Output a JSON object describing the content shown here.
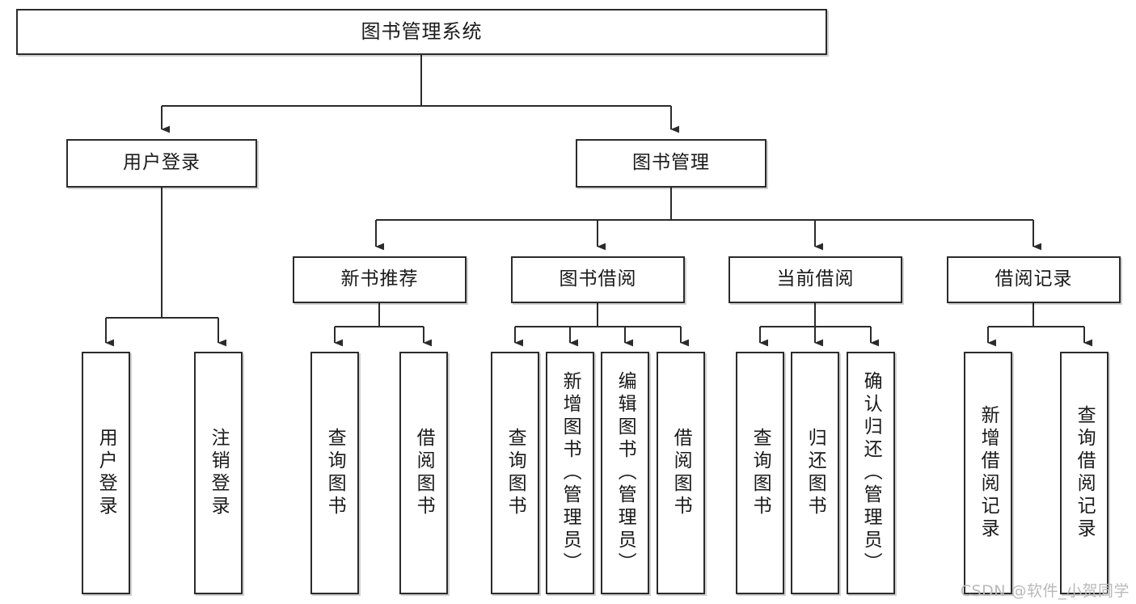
{
  "diagram": {
    "type": "tree",
    "title": "图书管理系统",
    "watermark": "CSDN @软件_小贺同学",
    "colors": {
      "stroke": "#2b2b2b",
      "fill": "#ffffff",
      "text": "#1a1a1a",
      "watermark": "#b9b9b9"
    },
    "nodes": {
      "root": {
        "label": "图书管理系统",
        "level": 1
      },
      "level2": [
        {
          "id": "user-login",
          "label": "用户登录"
        },
        {
          "id": "book-manage",
          "label": "图书管理"
        }
      ],
      "level3": [
        {
          "id": "new-book-rec",
          "label": "新书推荐",
          "parent": "book-manage"
        },
        {
          "id": "book-borrow",
          "label": "图书借阅",
          "parent": "book-manage"
        },
        {
          "id": "current-borrow",
          "label": "当前借阅",
          "parent": "book-manage"
        },
        {
          "id": "borrow-record",
          "label": "借阅记录",
          "parent": "book-manage"
        }
      ],
      "leaves": [
        {
          "id": "leaf-user-login",
          "label": "用户登录",
          "parent": "user-login"
        },
        {
          "id": "leaf-logout",
          "label": "注销登录",
          "parent": "user-login"
        },
        {
          "id": "leaf-query-book-1",
          "label": "查询图书",
          "parent": "new-book-rec"
        },
        {
          "id": "leaf-borrow-book-1",
          "label": "借阅图书",
          "parent": "new-book-rec"
        },
        {
          "id": "leaf-query-book-2",
          "label": "查询图书",
          "parent": "book-borrow"
        },
        {
          "id": "leaf-add-book",
          "label": "新增图书（管理员）",
          "parent": "book-borrow"
        },
        {
          "id": "leaf-edit-book",
          "label": "编辑图书（管理员）",
          "parent": "book-borrow"
        },
        {
          "id": "leaf-borrow-book-2",
          "label": "借阅图书",
          "parent": "book-borrow"
        },
        {
          "id": "leaf-query-book-3",
          "label": "查询图书",
          "parent": "current-borrow"
        },
        {
          "id": "leaf-return-book",
          "label": "归还图书",
          "parent": "current-borrow"
        },
        {
          "id": "leaf-confirm-return",
          "label": "确认归还（管理员）",
          "parent": "current-borrow"
        },
        {
          "id": "leaf-add-record",
          "label": "新增借阅记录",
          "parent": "borrow-record"
        },
        {
          "id": "leaf-query-record",
          "label": "查询借阅记录",
          "parent": "borrow-record"
        }
      ]
    }
  }
}
